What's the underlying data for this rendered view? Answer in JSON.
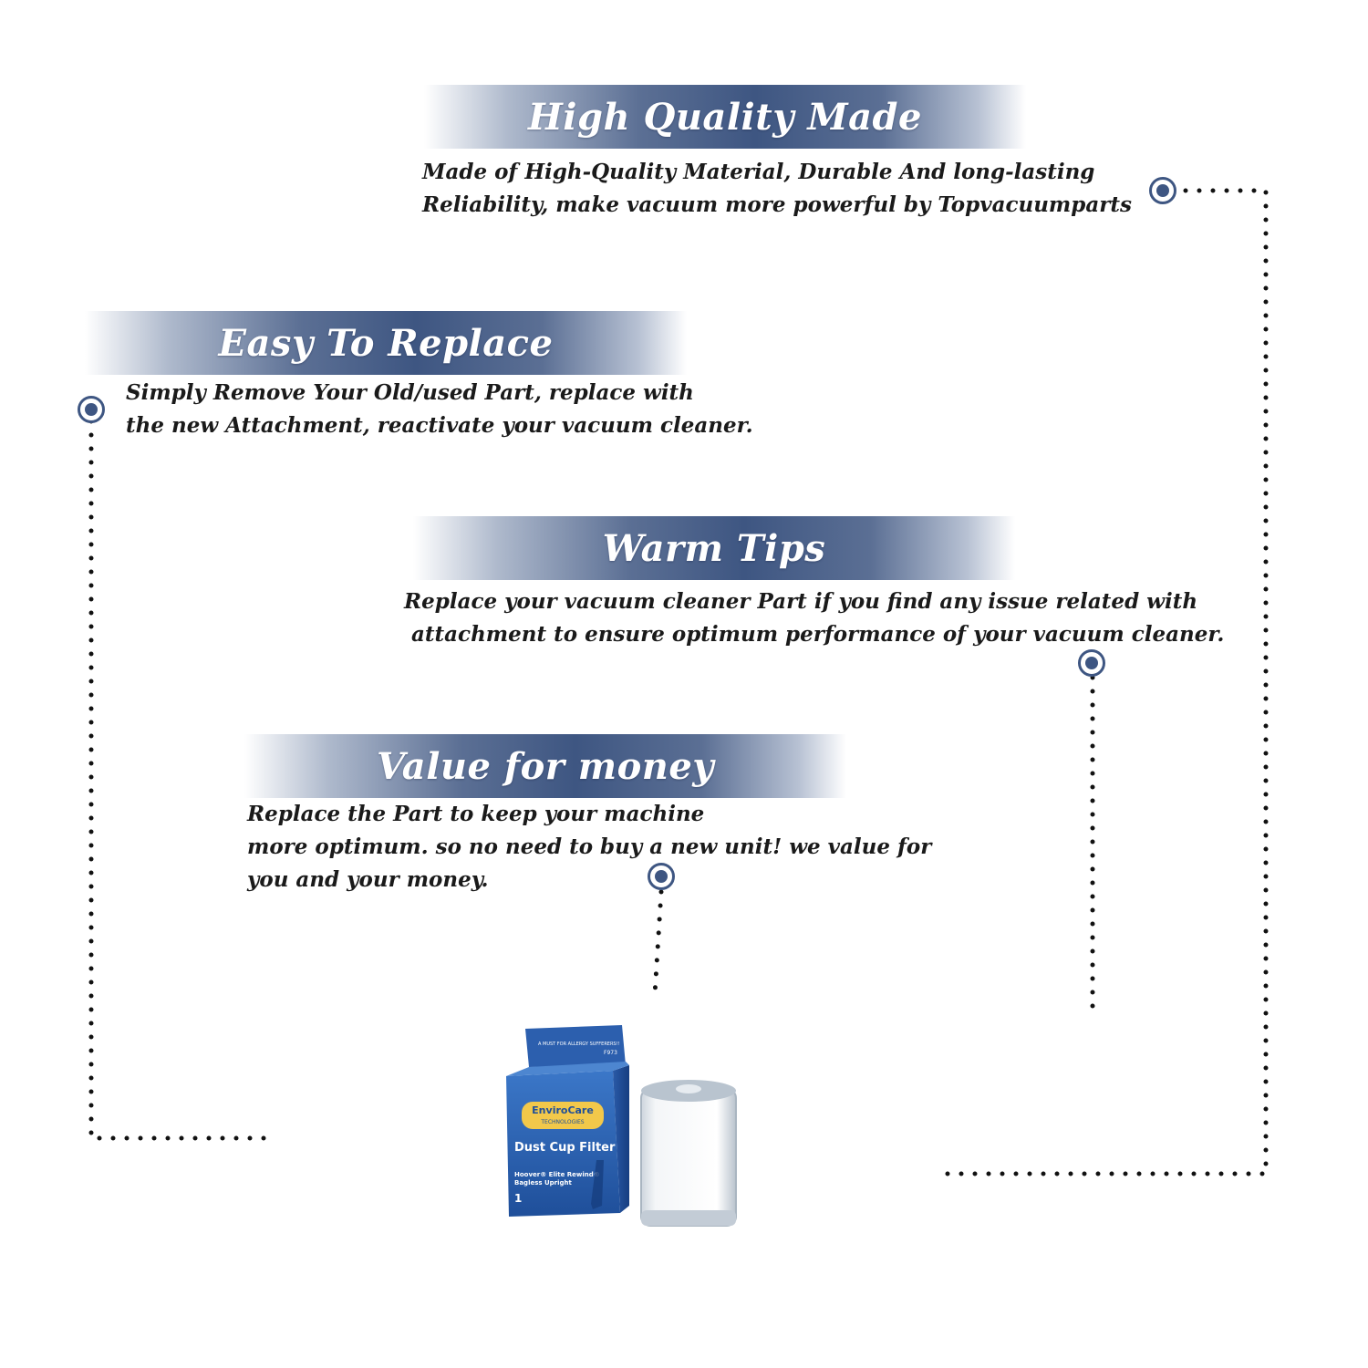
{
  "sections": [
    {
      "title": "High Quality Made",
      "lines": [
        "Made of  High-Quality Material, Durable And long-lasting",
        "Reliability, make vacuum more powerful by Topvacuumparts"
      ]
    },
    {
      "title": "Easy To Replace",
      "lines": [
        "Simply Remove Your Old/used Part, replace with",
        "the new Attachment, reactivate your vacuum cleaner."
      ]
    },
    {
      "title": "Warm Tips",
      "lines": [
        "Replace your vacuum cleaner Part if you find any issue related with",
        " attachment to ensure optimum performance of your vacuum cleaner."
      ]
    },
    {
      "title": "Value for money",
      "lines": [
        "Replace the Part to keep your machine",
        "more optimum. so no need to buy a new unit! we value for",
        "you and your money."
      ]
    }
  ],
  "product": {
    "box_tag": "A MUST FOR ALLERGY SUFFERERS!!",
    "model": "F973",
    "brand": "EnviroCare",
    "brand_sub": "TECHNOLOGIES",
    "name": "Dust Cup Filter",
    "fits_line1": "Hoover® Elite Rewind®",
    "fits_line2": "Bagless Upright",
    "count": "1"
  },
  "colors": {
    "accent": "#3e5682",
    "box_blue": "#2e64b4",
    "text": "#1a1a1a"
  }
}
